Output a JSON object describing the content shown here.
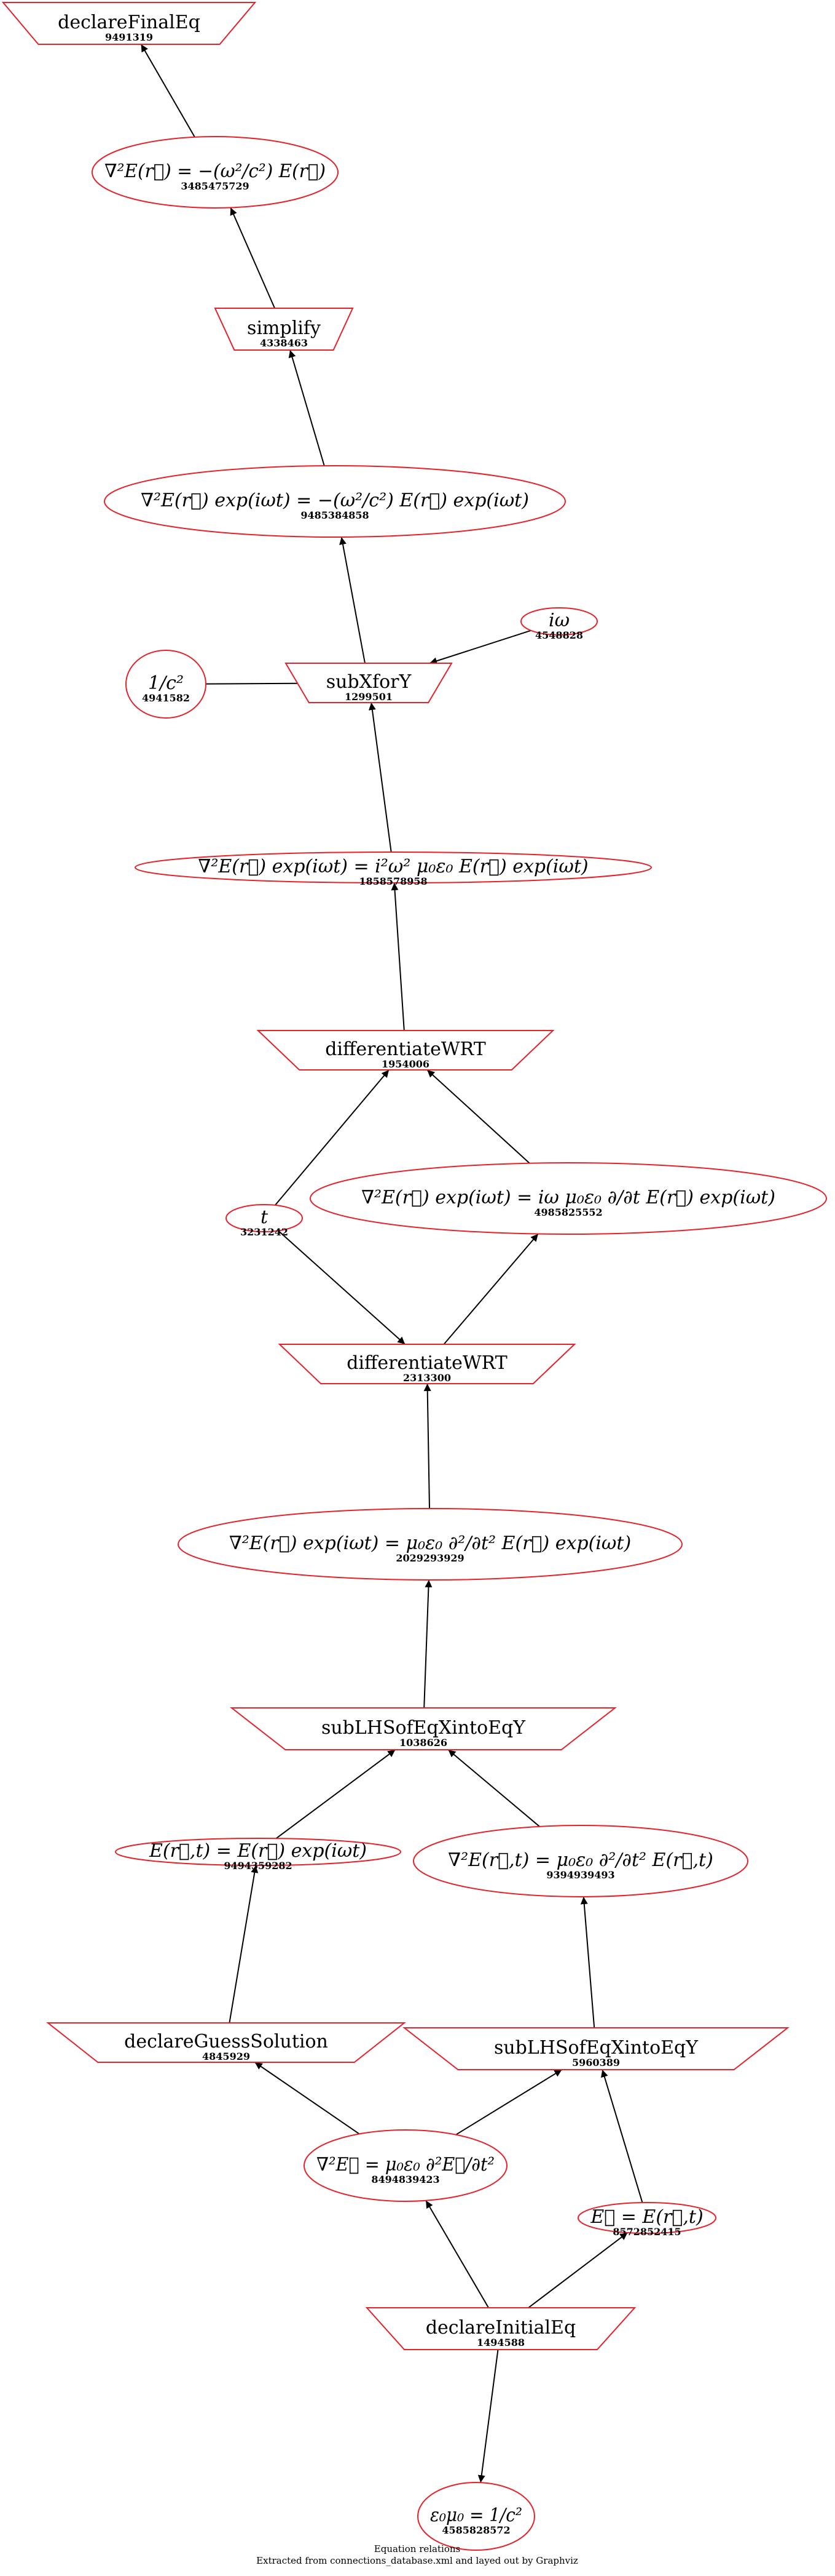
{
  "caption": {
    "line1": "Equation relations",
    "line2": "Extracted from connections_database.xml and layed out by Graphviz"
  },
  "colors": {
    "node_outline": "#e8202a",
    "edge": "#000000",
    "text": "#000000"
  },
  "nodes": {
    "declareFinalEq": {
      "kind": "inference",
      "label": "declareFinalEq",
      "id": "9491319"
    },
    "eq_final": {
      "kind": "expression",
      "label": "∇²E(r⃗) = −(ω²/c²) E(r⃗)",
      "id": "3485475729"
    },
    "simplify": {
      "kind": "inference",
      "label": "simplify",
      "id": "4338463"
    },
    "eq_simplify_in": {
      "kind": "expression",
      "label": "∇²E(r⃗) exp(iωt) = −(ω²/c²) E(r⃗) exp(iωt)",
      "id": "9485384858"
    },
    "iomega_sym": {
      "kind": "expression",
      "label": "iω",
      "id": "4548828"
    },
    "one_over_c2": {
      "kind": "expression",
      "label": "1/c²",
      "id": "4941582"
    },
    "subXforY": {
      "kind": "inference",
      "label": "subXforY",
      "id": "1299501"
    },
    "eq_after_diff": {
      "kind": "expression",
      "label": "∇²E(r⃗) exp(iωt) = i²ω² μ₀ε₀ E(r⃗) exp(iωt)",
      "id": "1858578958"
    },
    "differentiateWRT_top": {
      "kind": "inference",
      "label": "differentiateWRT",
      "id": "1954006"
    },
    "t_sym": {
      "kind": "expression",
      "label": "t",
      "id": "3231242"
    },
    "eq_first_deriv": {
      "kind": "expression",
      "label": "∇²E(r⃗) exp(iωt) = iω μ₀ε₀ ∂/∂t E(r⃗) exp(iωt)",
      "id": "4985825552"
    },
    "differentiateWRT_bottom": {
      "kind": "inference",
      "label": "differentiateWRT",
      "id": "2313300"
    },
    "eq_second_deriv": {
      "kind": "expression",
      "label": "∇²E(r⃗) exp(iωt) = μ₀ε₀ ∂²/∂t² E(r⃗) exp(iωt)",
      "id": "2029293929"
    },
    "subLHSofEqXintoEqY_top": {
      "kind": "inference",
      "label": "subLHSofEqXintoEqY",
      "id": "1038626"
    },
    "eq_guess": {
      "kind": "expression",
      "label": "E(r⃗,t) = E(r⃗) exp(iωt)",
      "id": "9494359282"
    },
    "eq_wave_scalar": {
      "kind": "expression",
      "label": "∇²E(r⃗,t) = μ₀ε₀ ∂²/∂t² E(r⃗,t)",
      "id": "9394939493"
    },
    "declareGuessSolution": {
      "kind": "inference",
      "label": "declareGuessSolution",
      "id": "4845929"
    },
    "subLHSofEqXintoEqY_bottom": {
      "kind": "inference",
      "label": "subLHSofEqXintoEqY",
      "id": "5960389"
    },
    "eq_wave_vector": {
      "kind": "expression",
      "label": "∇²E⃗ = μ₀ε₀ ∂²E⃗/∂t²",
      "id": "8494839423"
    },
    "eq_E_vec": {
      "kind": "expression",
      "label": "E⃗ = E(r⃗,t)",
      "id": "8572852415"
    },
    "declareInitialEq": {
      "kind": "inference",
      "label": "declareInitialEq",
      "id": "1494588"
    },
    "eq_speed": {
      "kind": "expression",
      "label": "ε₀μ₀ = 1/c²",
      "id": "4585828572"
    }
  },
  "edges": [
    {
      "from": "eq_final",
      "to": "declareFinalEq"
    },
    {
      "from": "simplify",
      "to": "eq_final"
    },
    {
      "from": "eq_simplify_in",
      "to": "simplify"
    },
    {
      "from": "subXforY",
      "to": "eq_simplify_in"
    },
    {
      "from": "one_over_c2",
      "to": "subXforY"
    },
    {
      "from": "iomega_sym",
      "to": "subXforY"
    },
    {
      "from": "eq_after_diff",
      "to": "subXforY"
    },
    {
      "from": "differentiateWRT_top",
      "to": "eq_after_diff"
    },
    {
      "from": "t_sym",
      "to": "differentiateWRT_top"
    },
    {
      "from": "eq_first_deriv",
      "to": "differentiateWRT_top"
    },
    {
      "from": "t_sym",
      "to": "differentiateWRT_bottom"
    },
    {
      "from": "differentiateWRT_bottom",
      "to": "eq_first_deriv"
    },
    {
      "from": "eq_second_deriv",
      "to": "differentiateWRT_bottom"
    },
    {
      "from": "subLHSofEqXintoEqY_top",
      "to": "eq_second_deriv"
    },
    {
      "from": "eq_guess",
      "to": "subLHSofEqXintoEqY_top"
    },
    {
      "from": "eq_wave_scalar",
      "to": "subLHSofEqXintoEqY_top"
    },
    {
      "from": "declareGuessSolution",
      "to": "eq_guess"
    },
    {
      "from": "subLHSofEqXintoEqY_bottom",
      "to": "eq_wave_scalar"
    },
    {
      "from": "eq_wave_vector",
      "to": "declareGuessSolution"
    },
    {
      "from": "eq_wave_vector",
      "to": "subLHSofEqXintoEqY_bottom"
    },
    {
      "from": "eq_E_vec",
      "to": "subLHSofEqXintoEqY_bottom"
    },
    {
      "from": "declareInitialEq",
      "to": "eq_wave_vector"
    },
    {
      "from": "declareInitialEq",
      "to": "eq_E_vec"
    },
    {
      "from": "declareInitialEq",
      "to": "eq_speed"
    }
  ]
}
